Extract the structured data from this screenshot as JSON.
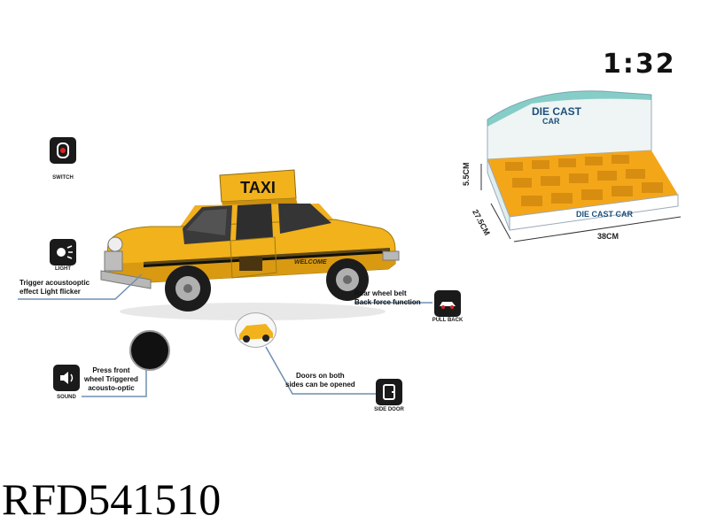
{
  "scale_label": "1:32",
  "model_number": "RFD541510",
  "car": {
    "roof_sign": "TAXI",
    "door_text": "WELCOME"
  },
  "box": {
    "brand_line1": "DIE CAST",
    "brand_line2": "CAR",
    "front_text": "DIE CAST CAR",
    "width_label": "38CM",
    "depth_label": "27.5CM",
    "height_label": "5.5CM"
  },
  "features": {
    "switch": {
      "caption": "SWITCH"
    },
    "light": {
      "caption": "LIGHT",
      "text_lines": [
        "Trigger acoustooptic",
        "effect Light flicker"
      ]
    },
    "sound": {
      "caption": "SOUND",
      "text_lines": [
        "Press front",
        "wheel Triggered",
        "acousto-optic"
      ]
    },
    "pullback": {
      "caption": "PULL BACK",
      "text_lines": [
        "Rear wheel belt",
        "Back force function"
      ]
    },
    "sidedoor": {
      "caption": "SIDE DOOR",
      "text_lines": [
        "Doors on both",
        "sides can be opened"
      ]
    }
  },
  "colors": {
    "taxi_yellow": "#f2b21c",
    "icon_dark": "#1a1a1a",
    "line_blue": "#6f8fb0",
    "box_teal": "#1fa59a"
  }
}
